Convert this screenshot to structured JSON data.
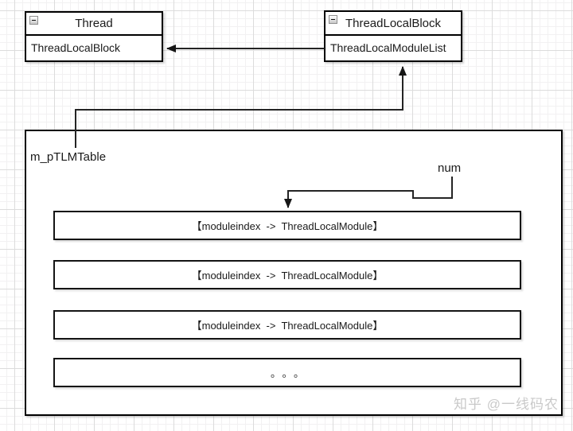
{
  "colors": {
    "box_border": "#000000",
    "connector": "#242424",
    "watermark": "#c9c9c9"
  },
  "uml": {
    "thread": {
      "collapse_icon": "minus-square",
      "title": "Thread",
      "field": "ThreadLocalBlock"
    },
    "thread_local_block": {
      "collapse_icon": "minus-square",
      "title": "ThreadLocalBlock",
      "field": "ThreadLocalModuleList"
    }
  },
  "table": {
    "pointer_label": "m_pTLMTable",
    "count_label": "num",
    "rows": [
      "【moduleindex  ->  ThreadLocalModule】",
      "【moduleindex  ->  ThreadLocalModule】",
      "【moduleindex  ->  ThreadLocalModule】",
      "。。。"
    ]
  },
  "watermark": "知乎 @一线码农"
}
